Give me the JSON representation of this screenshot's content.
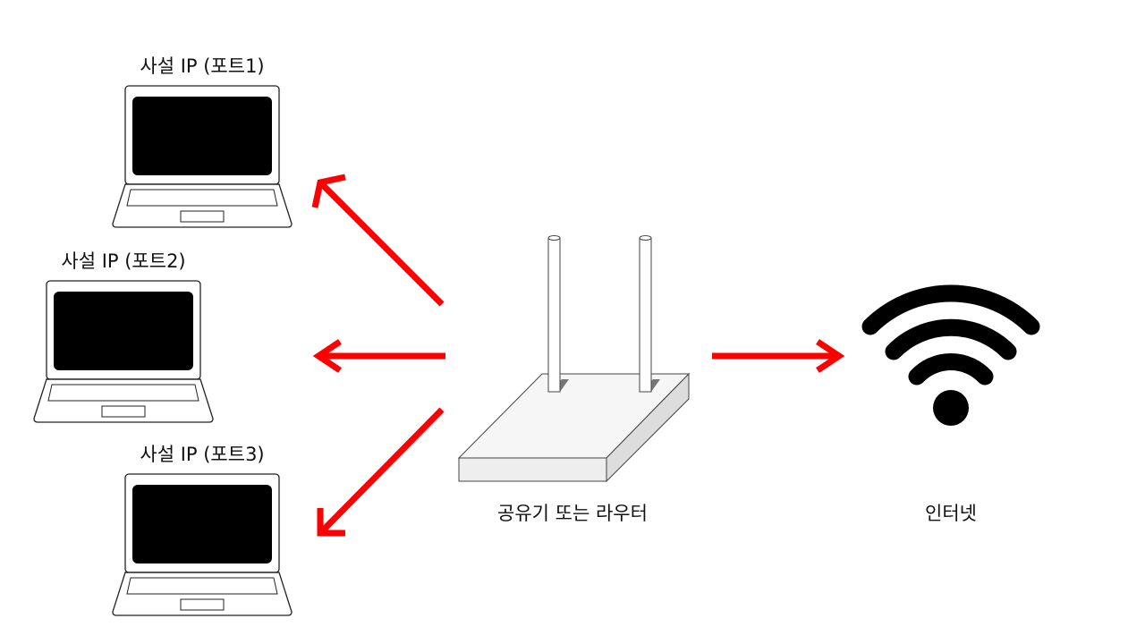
{
  "devices": [
    {
      "label": "사설 IP (포트1)",
      "icon": "laptop-icon"
    },
    {
      "label": "사설 IP (포트2)",
      "icon": "laptop-icon"
    },
    {
      "label": "사설 IP (포트3)",
      "icon": "laptop-icon"
    }
  ],
  "router": {
    "label": "공유기 또는 라우터",
    "icon": "router-icon"
  },
  "internet": {
    "label": "인터넷",
    "icon": "wifi-icon"
  },
  "colors": {
    "arrow": "#ff0000",
    "screen": "#000000",
    "outline": "#222222",
    "router_body": "#f2f2f2"
  }
}
